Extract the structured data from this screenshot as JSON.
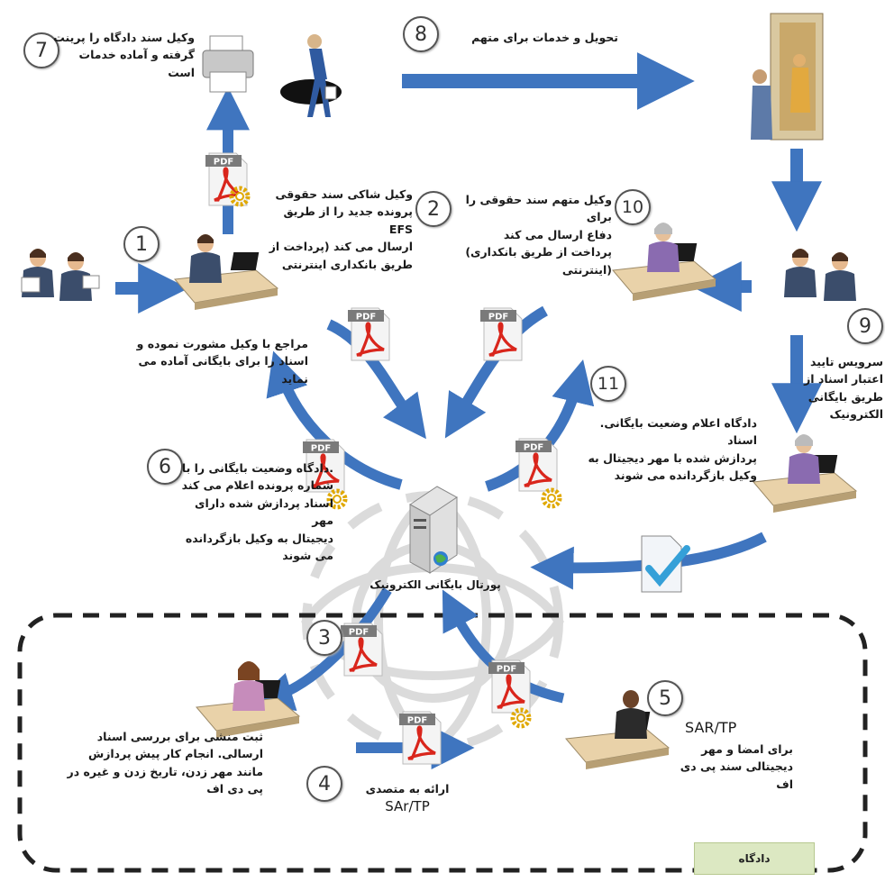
{
  "steps": {
    "s1": {
      "num": "1",
      "text": "مراجع با وکیل مشورت نموده و\nاسناد را برای بایگانی آماده می\nنماید"
    },
    "s2": {
      "num": "2",
      "text": "وکیل شاکی سند حقوقی\nپرونده جدید را از طریق\nEFS\nارسال می کند (پرداخت از\nطریق بانکداری اینترنتی"
    },
    "s3": {
      "num": "3"
    },
    "s3_text": "ثبت منشی برای بررسی اسناد\nارسالی. انجام کار پیش پردازش\nمانند مهر زدن، تاریخ زدن و غیره در\nپی دی اف",
    "s4": {
      "num": "4",
      "text": "ارائه به متصدی",
      "text2": "SAr/TP"
    },
    "s5": {
      "num": "5",
      "title": "SAR/TP",
      "text": "برای امضا و مهر\nدیجیتالی سند پی دی\nاف"
    },
    "s6": {
      "num": "6",
      "text": ".دادگاه وضعیت بایگانی را با\nشماره پرونده اعلام می کند\nاسناد پردازش شده دارای مهر\nدیجیتال به وکیل بازگردانده\nمی شوند"
    },
    "s7": {
      "num": "7",
      "text": "وکیل سند دادگاه را پرینت\nگرفته و آماده خدمات است"
    },
    "s8": {
      "num": "8",
      "text": "تحویل و خدمات برای متهم"
    },
    "s9": {
      "num": "9",
      "text": "سرویس تایید\nاعتبار اسناد از\nطریق بایگانی\nالکترونیک"
    },
    "s10": {
      "num": "10",
      "text": "وکیل متهم سند حقوقی را برای\nدفاع ارسال می کند\nپرداخت از طریق بانکداری)\n(اینترنتی"
    },
    "s11": {
      "num": "11",
      "text": "دادگاه اعلام وضعیت بایگانی. اسناد\nپردازش شده با مهر دیجیتال به\nوکیل بازگردانده می شوند"
    }
  },
  "portal_label": "پورتال بایگانی الکترونیک",
  "court_label": "دادگاه",
  "pdf_label": "PDF",
  "colors": {
    "arrow": "#3f75bf",
    "arrow_dark": "#2e5ea3",
    "pdf_red": "#d9261c",
    "gear": "#e0a800",
    "dash": "#222222",
    "court_bg": "#dce8c2"
  }
}
